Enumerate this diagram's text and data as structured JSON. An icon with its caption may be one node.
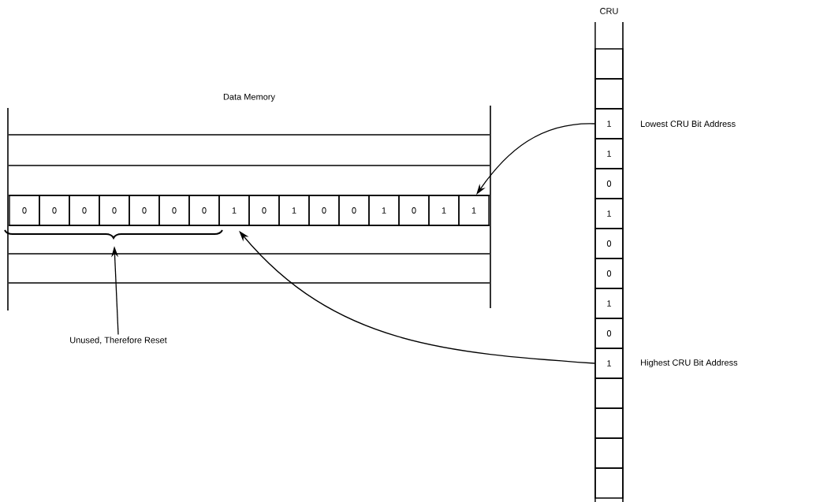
{
  "diagram": {
    "nodes": [
      {
        "text": [
          "Data Memory"
        ]
      },
      {
        "text": [
          "0"
        ],
        "in": 0
      },
      {
        "text": [
          "0"
        ],
        "in": 0
      },
      {
        "text": [
          "0"
        ],
        "in": 0
      },
      {
        "text": [
          "0"
        ],
        "in": 0
      },
      {
        "text": [
          "0"
        ],
        "in": 0
      },
      {
        "text": [
          "0"
        ],
        "in": 0
      },
      {
        "text": [
          "0"
        ],
        "in": 0
      },
      {
        "text": [
          "1"
        ],
        "in": 0
      },
      {
        "text": [
          "0"
        ],
        "in": 0
      },
      {
        "text": [
          "1"
        ],
        "in": 0
      },
      {
        "text": [
          "0"
        ],
        "in": 0
      },
      {
        "text": [
          "0"
        ],
        "in": 0
      },
      {
        "text": [
          "1"
        ],
        "in": 0
      },
      {
        "text": [
          "0"
        ],
        "in": 0
      },
      {
        "text": [
          "1"
        ],
        "in": 0
      },
      {
        "text": [
          "1"
        ],
        "in": 0
      },
      {
        "text": [
          "CRU"
        ]
      },
      {
        "text": [],
        "shape": "box",
        "in": 17
      },
      {
        "text": [],
        "shape": "box",
        "in": 17
      },
      {
        "text": [
          "1"
        ],
        "beside": [
          "Lowest CRU Bit Address"
        ],
        "in": 17
      },
      {
        "text": [
          "1"
        ],
        "in": 17
      },
      {
        "text": [
          "0"
        ],
        "in": 17
      },
      {
        "text": [
          "1"
        ],
        "in": 17
      },
      {
        "text": [
          "0"
        ],
        "in": 17
      },
      {
        "text": [
          "0"
        ],
        "in": 17
      },
      {
        "text": [
          "1"
        ],
        "in": 17
      },
      {
        "text": [
          "0"
        ],
        "in": 17
      },
      {
        "text": [
          "1"
        ],
        "beside": [
          "Highest CRU Bit Address"
        ],
        "in": 17
      },
      {
        "text": [],
        "shape": "box",
        "in": 17
      },
      {
        "text": [],
        "shape": "box",
        "in": 17
      },
      {
        "text": [],
        "shape": "box",
        "in": 17
      },
      {
        "text": [],
        "shape": "box",
        "in": 17
      },
      {
        "text": [
          "Unused, Therefore Reset"
        ]
      },
      {
        "text": [],
        "shape": "brace",
        "in": 0
      }
    ],
    "edges": [
      {
        "from": 20,
        "to": 16,
        "arrow": "to"
      },
      {
        "from": 28,
        "to": 8,
        "arrow": "to"
      },
      {
        "from": 33,
        "to": 34,
        "arrow": "to"
      }
    ]
  }
}
